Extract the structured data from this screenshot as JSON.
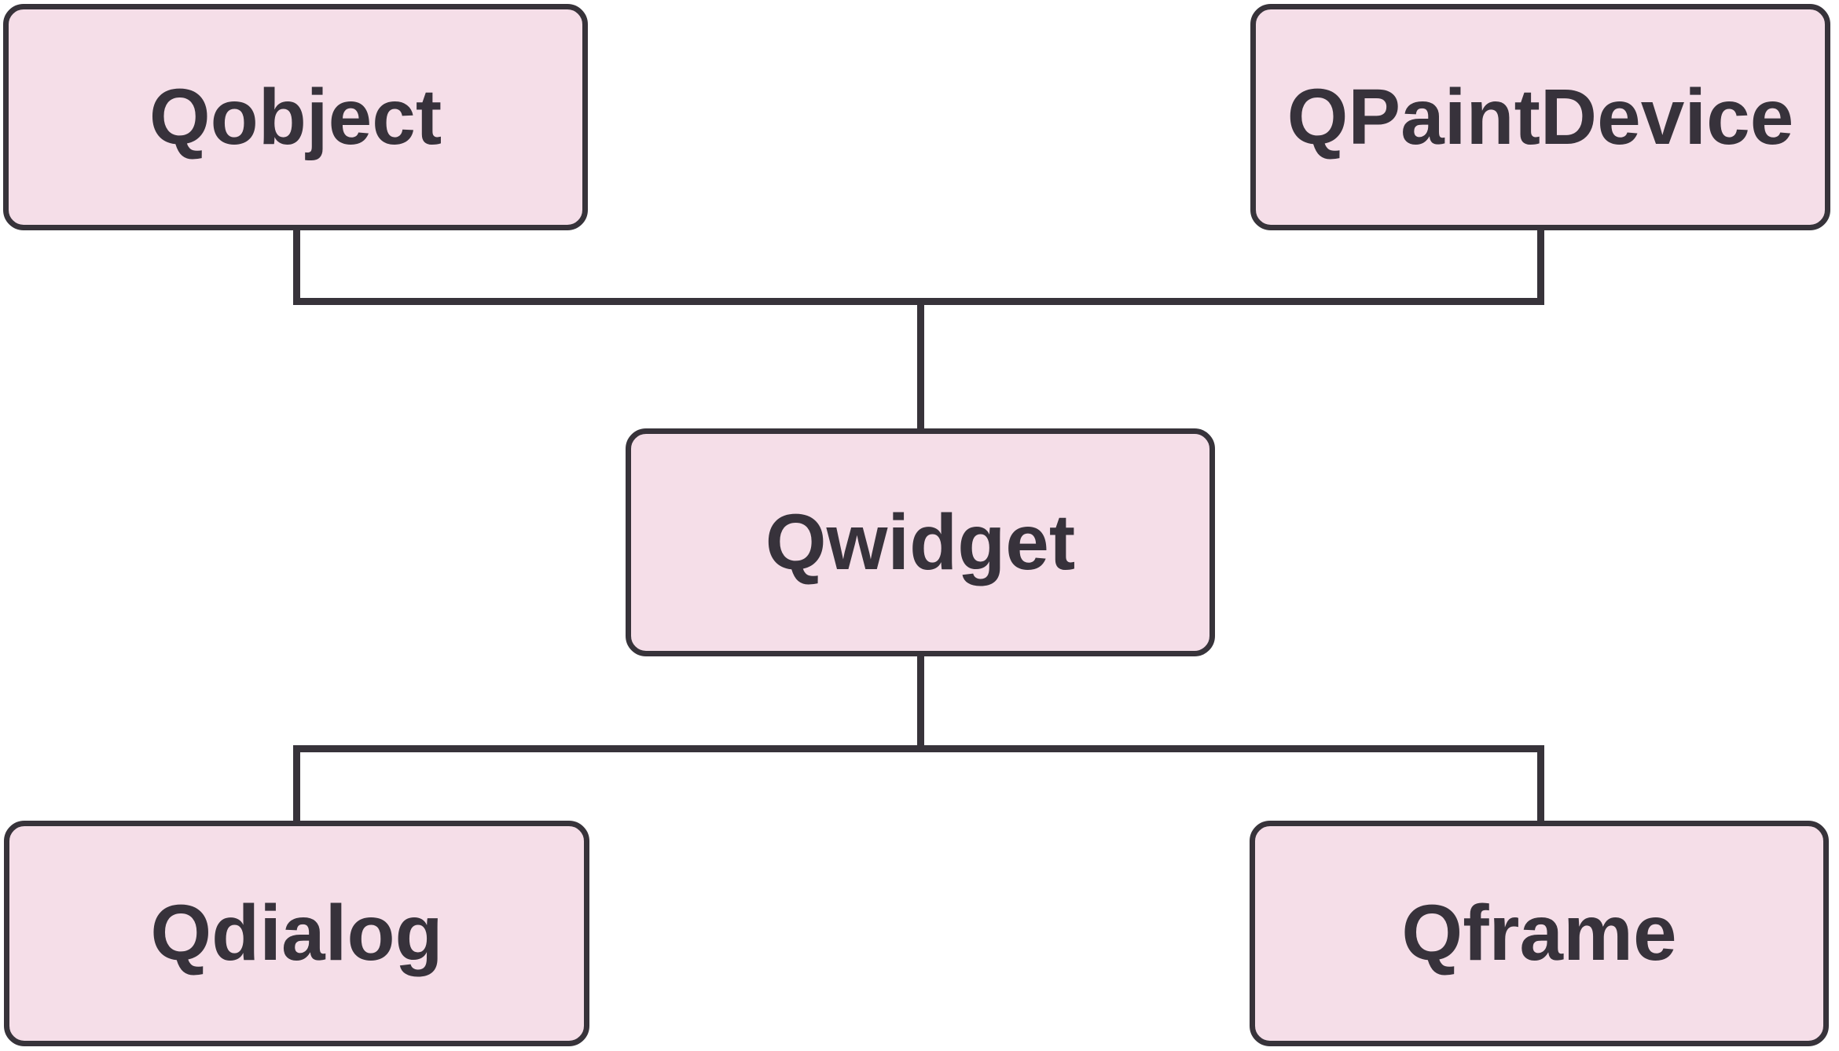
{
  "diagram": {
    "type": "class-hierarchy",
    "background_color": "#ffffff",
    "node_fill_color": "#f5dee8",
    "node_border_color": "#37333a",
    "line_color": "#37333a",
    "text_color": "#37323b",
    "nodes": [
      {
        "id": "qobject",
        "label": "Qobject"
      },
      {
        "id": "qpaintdevice",
        "label": "QPaintDevice"
      },
      {
        "id": "qwidget",
        "label": "Qwidget"
      },
      {
        "id": "qdialog",
        "label": "Qdialog"
      },
      {
        "id": "qframe",
        "label": "Qframe"
      }
    ],
    "edges": [
      {
        "from": "Qobject",
        "to": "Qwidget"
      },
      {
        "from": "QPaintDevice",
        "to": "Qwidget"
      },
      {
        "from": "Qwidget",
        "to": "Qdialog"
      },
      {
        "from": "Qwidget",
        "to": "Qframe"
      }
    ]
  }
}
